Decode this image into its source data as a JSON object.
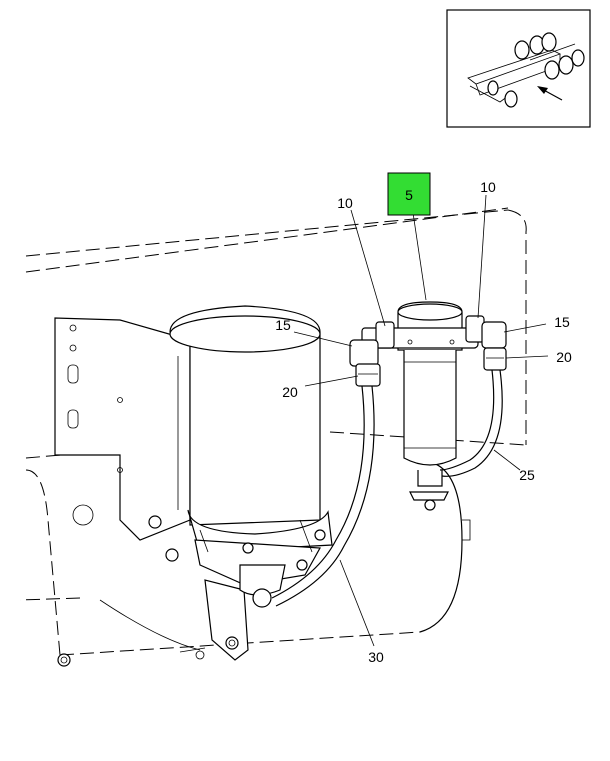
{
  "callouts": {
    "part_5": "5",
    "part_10_left": "10",
    "part_10_right": "10",
    "part_15_left": "15",
    "part_15_right": "15",
    "part_20_left": "20",
    "part_20_right": "20",
    "part_25": "25",
    "part_30": "30"
  },
  "colors": {
    "highlight": "#33dd33",
    "line": "#000000",
    "background": "#ffffff"
  },
  "icons": {
    "locator": "vehicle-chassis-locator-icon",
    "direction": "arrow-icon"
  }
}
